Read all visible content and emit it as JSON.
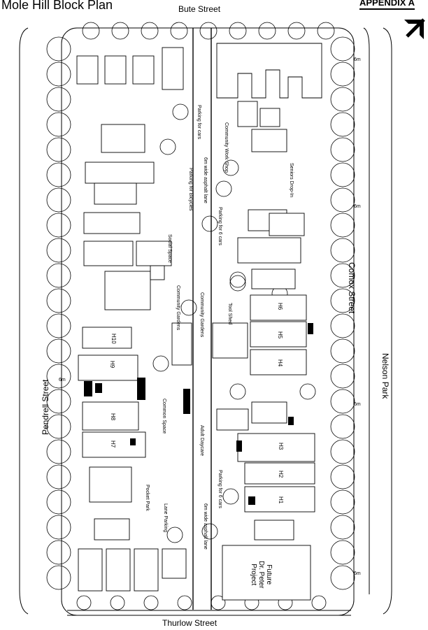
{
  "title": "Mole Hill Block Plan",
  "appendix": "APPENDIX A",
  "streets": {
    "north": "Bute Street",
    "south": "Thurlow Street",
    "east": "Comox Street",
    "far_east": "Nelson Park",
    "west": "Pendrell Street"
  },
  "labels": {
    "h1": "H1",
    "h2": "H2",
    "h3": "H3",
    "h4": "H4",
    "h5": "H5",
    "h6": "H6",
    "h7": "H7",
    "h8": "H8",
    "h9": "H9",
    "h10": "H10",
    "lane_top": "6m wide asphalt lane",
    "lane_bottom": "6m wide asphalt lane",
    "six_m_1": "6m",
    "six_m_2": "6m",
    "six_m_3": "6m",
    "six_m_4": "6m",
    "six_m_5": "6m",
    "future_line1": "Future",
    "future_line2": "Dr. Peter",
    "future_line3": "Project",
    "community_work_shop": "Community Work Shop",
    "community_garden": "Community Gardens",
    "community_gardens2": "Community Gardens",
    "parking_cars": "Parking for cars",
    "parking_bicycles": "Parking for Bicycles",
    "parking_cars2": "Parking for 6 cars",
    "parking_cars3": "Parking for 6 cars",
    "social_space": "Social Space",
    "tool_shed": "Tool Shed",
    "pocket_park": "Pocket Park",
    "adult_daycare": "Adult Daycare",
    "common_space": "Common Space",
    "seniors_drop_in": "Seniors Drop-In",
    "lane_parking": "Lane Parking"
  }
}
